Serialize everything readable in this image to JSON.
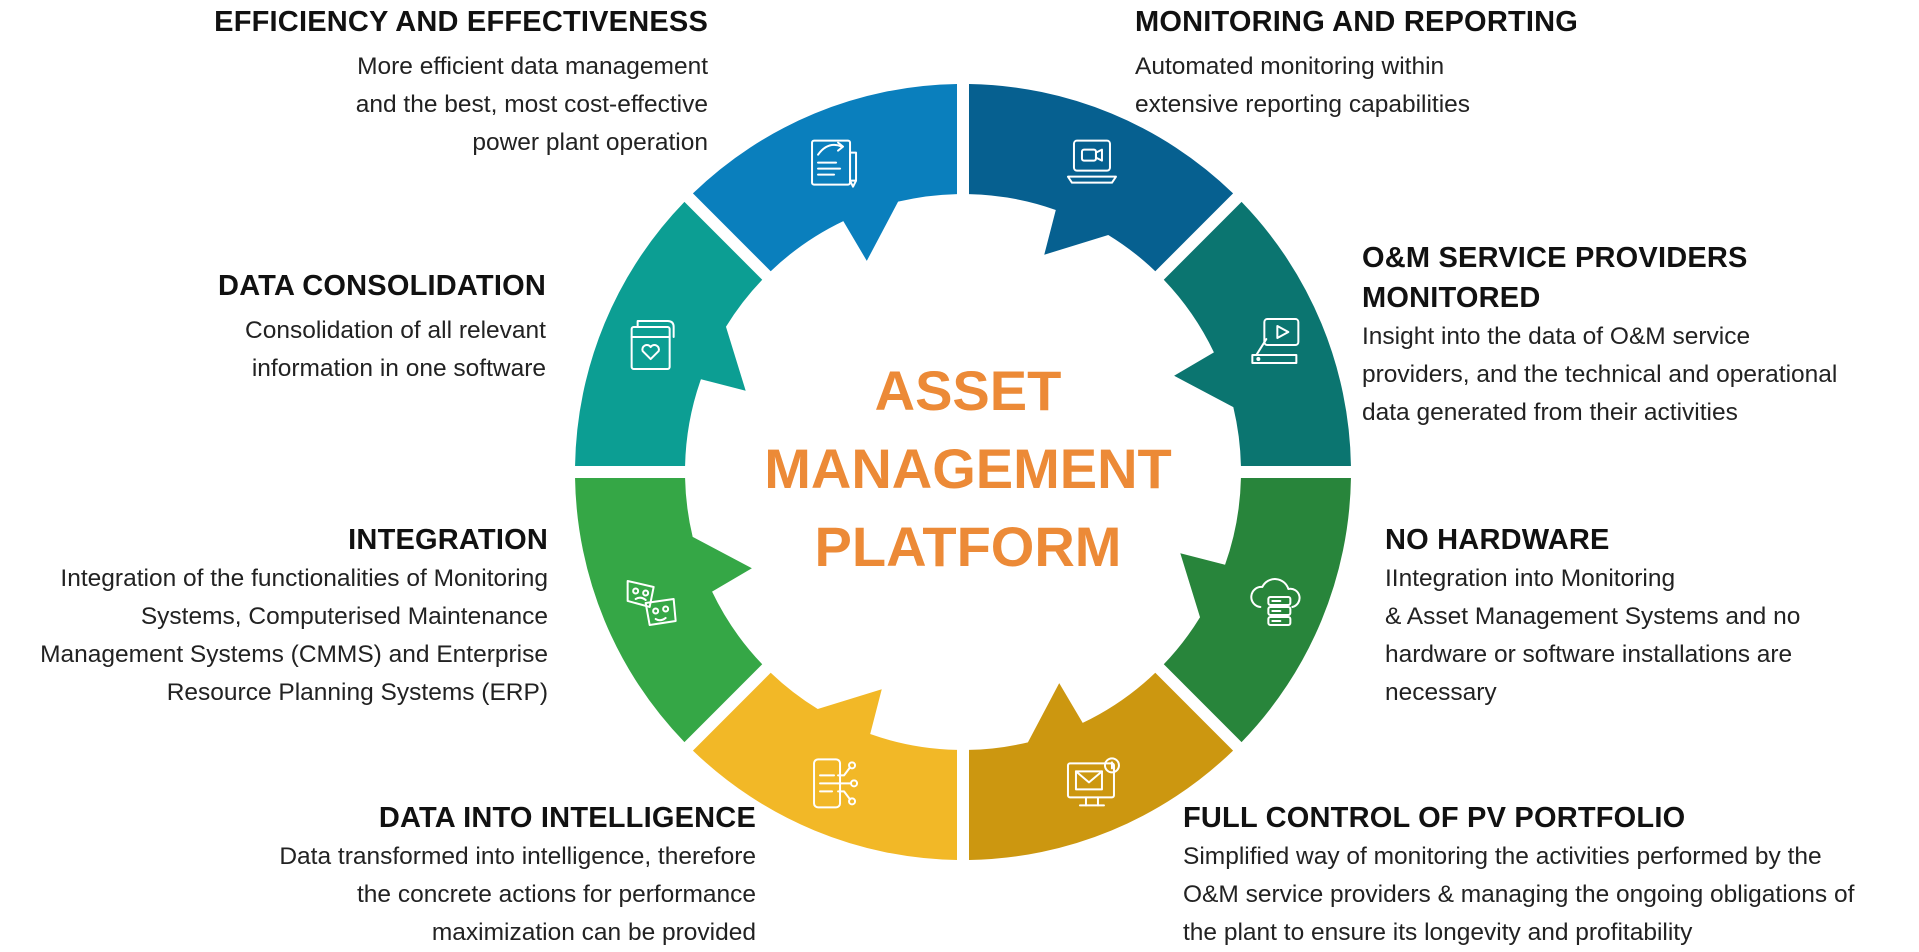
{
  "center": {
    "line1": "ASSET",
    "line2": "MANAGEMENT",
    "line3": "PLATFORM",
    "color": "#ec8a37"
  },
  "segments": [
    {
      "id": "efficiency",
      "color": "#0a7fbd",
      "icon": "report-edit-icon",
      "title": "EFFICIENCY AND EFFECTIVENESS",
      "lines": [
        "More efficient data management",
        "and the best, most cost-effective",
        "power plant operation"
      ]
    },
    {
      "id": "monitoring",
      "color": "#066090",
      "icon": "laptop-video-icon",
      "title": "MONITORING AND REPORTING",
      "lines": [
        "Automated monitoring within",
        "extensive reporting capabilities"
      ]
    },
    {
      "id": "om",
      "color": "#0b7570",
      "icon": "video-player-icon",
      "title_lines": [
        "O&M SERVICE PROVIDERS",
        "MONITORED"
      ],
      "lines": [
        "Insight into the data of O&M service",
        "providers, and the technical and operational",
        "data generated from their activities"
      ]
    },
    {
      "id": "hardware",
      "color": "#28853b",
      "icon": "cloud-server-icon",
      "title": "NO HARDWARE",
      "lines": [
        "IIntegration into Monitoring",
        "& Asset Management Systems and no",
        "hardware or software installations are",
        "necessary"
      ]
    },
    {
      "id": "pv",
      "color": "#cc9710",
      "icon": "monitor-mail-icon",
      "title": "FULL CONTROL OF PV PORTFOLIO",
      "lines": [
        "Simplified way of monitoring the activities performed by the",
        "O&M service providers & managing the ongoing obligations of",
        "the plant to ensure its longevity and profitability"
      ]
    },
    {
      "id": "intelligence",
      "color": "#f2b827",
      "icon": "phone-network-icon",
      "title": "DATA INTO INTELLIGENCE",
      "lines": [
        "Data transformed into intelligence, therefore",
        "the concrete actions for performance",
        "maximization can be provided"
      ]
    },
    {
      "id": "integration",
      "color": "#35a746",
      "icon": "masks-icon",
      "title": "INTEGRATION",
      "lines": [
        "Integration of the functionalities of Monitoring",
        "Systems, Computerised Maintenance",
        "Management Systems (CMMS) and Enterprise",
        "Resource Planning Systems (ERP)"
      ]
    },
    {
      "id": "consolidation",
      "color": "#0c9e93",
      "icon": "document-heart-icon",
      "title": "DATA CONSOLIDATION",
      "lines": [
        "Consolidation of all relevant",
        "information in one software"
      ]
    }
  ]
}
